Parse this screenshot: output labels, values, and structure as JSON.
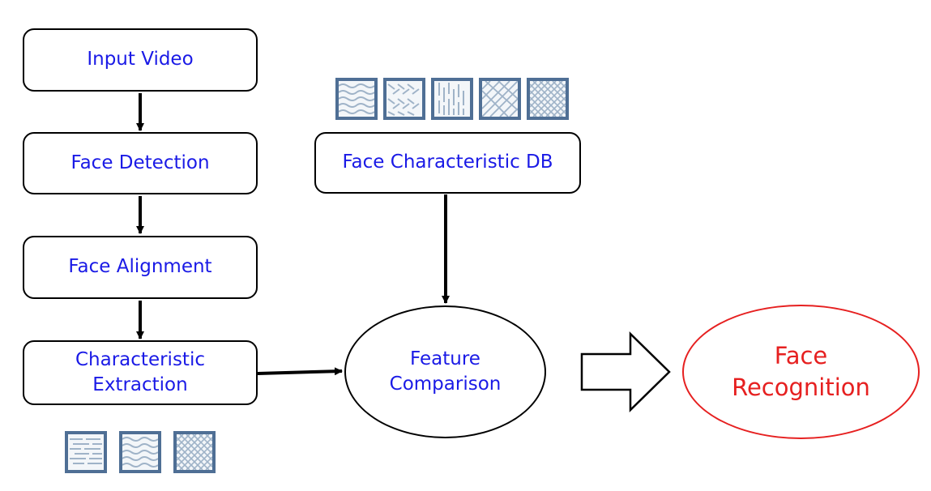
{
  "colors": {
    "process_text": "#1a1ae6",
    "result_text": "#e62020",
    "result_border": "#e62020",
    "pattern_border": "#4f6f95"
  },
  "nodes": {
    "input_video": "Input Video",
    "face_detection": "Face Detection",
    "face_alignment": "Face Alignment",
    "characteristic_extraction_line1": "Characteristic",
    "characteristic_extraction_line2": "Extraction",
    "face_characteristic_db": "Face Characteristic DB",
    "feature_comparison_line1": "Feature",
    "feature_comparison_line2": "Comparison",
    "face_recognition_line1": "Face",
    "face_recognition_line2": "Recognition"
  },
  "pattern_icons": {
    "db_row": [
      "wave-pattern-icon",
      "weave-pattern-icon",
      "vertical-hatch-pattern-icon",
      "diagonal-crosshatch-pattern-icon",
      "grid-crosshatch-pattern-icon"
    ],
    "extraction_row": [
      "horizontal-hatch-pattern-icon",
      "wave-pattern-icon",
      "grid-crosshatch-pattern-icon"
    ]
  }
}
